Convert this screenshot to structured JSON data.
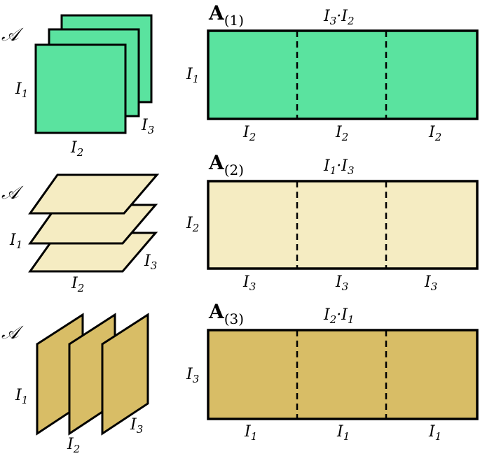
{
  "colors": {
    "mode1": "#5ae39f",
    "mode2": "#f5ecc2",
    "mode3": "#d8bd66",
    "stroke": "#000000"
  },
  "tensor": {
    "symbol": "𝒜"
  },
  "dims": {
    "I": "I",
    "s1": "1",
    "s2": "2",
    "s3": "3",
    "dot": "·"
  },
  "unfoldings": [
    {
      "matrix": {
        "letter": "A",
        "mode": "(1)"
      },
      "width_label": {
        "a": "3",
        "b": "2"
      },
      "height_label": "1",
      "block_label": "2",
      "tensor_labels": {
        "left": "1",
        "bottom": "2",
        "side": "3"
      }
    },
    {
      "matrix": {
        "letter": "A",
        "mode": "(2)"
      },
      "width_label": {
        "a": "1",
        "b": "3"
      },
      "height_label": "2",
      "block_label": "3",
      "tensor_labels": {
        "left": "1",
        "bottom": "2",
        "side": "3"
      }
    },
    {
      "matrix": {
        "letter": "A",
        "mode": "(3)"
      },
      "width_label": {
        "a": "2",
        "b": "1"
      },
      "height_label": "3",
      "block_label": "1",
      "tensor_labels": {
        "left": "1",
        "bottom": "2",
        "side": "3"
      }
    }
  ]
}
